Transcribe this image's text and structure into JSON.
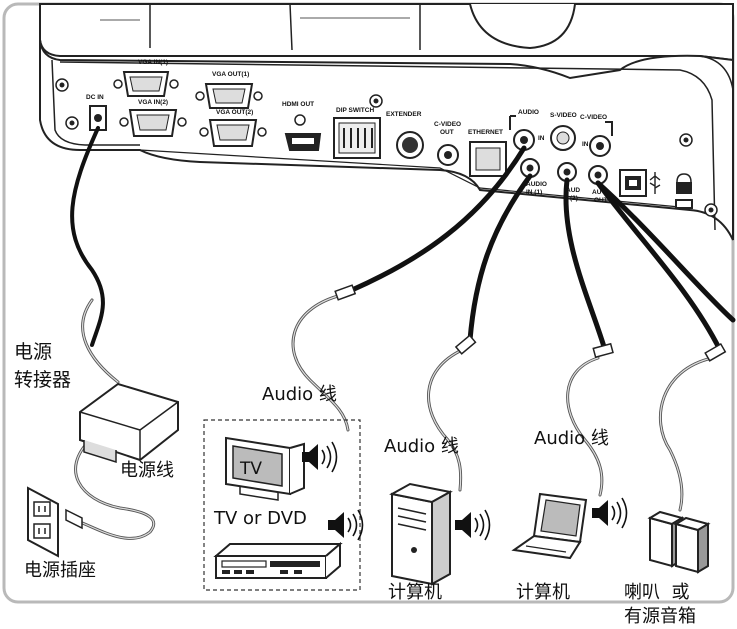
{
  "panel": {
    "ports": {
      "dc_in": "DC IN",
      "vga_in_1": "VGA IN(1)",
      "vga_in_2": "VGA IN(2)",
      "vga_out_1": "VGA OUT(1)",
      "vga_out_2": "VGA OUT(2)",
      "hdmi_out": "HDMI OUT",
      "dip_switch": "DIP SWITCH",
      "extender": "EXTENDER",
      "c_video_out_1": "C-VIDEO",
      "c_video_out_2": "OUT",
      "ethernet": "ETHERNET",
      "audio_group": "AUDIO",
      "s_video": "S-VIDEO",
      "c_video": "C-VIDEO",
      "in_left": "IN",
      "in_right": "IN",
      "audio_in_1a": "AUDIO",
      "audio_in_1b": "IN (1)",
      "audio_in_2a": "AUD",
      "audio_in_2b": "(2)",
      "audio_out_a": "AU",
      "audio_out_b": "OUT"
    }
  },
  "labels": {
    "power_adapter_1": "电源",
    "power_adapter_2": "转接器",
    "power_cord": "电源线",
    "power_outlet": "电源插座",
    "audio_cable_1": "Audio 线",
    "audio_cable_2": "Audio 线",
    "audio_cable_3": "Audio 线",
    "tv_screen": "TV",
    "tv_or_dvd": "TV or DVD",
    "computer_1": "计算机",
    "computer_2": "计算机",
    "speaker_1": "喇叭  或",
    "speaker_2": "有源音箱"
  }
}
